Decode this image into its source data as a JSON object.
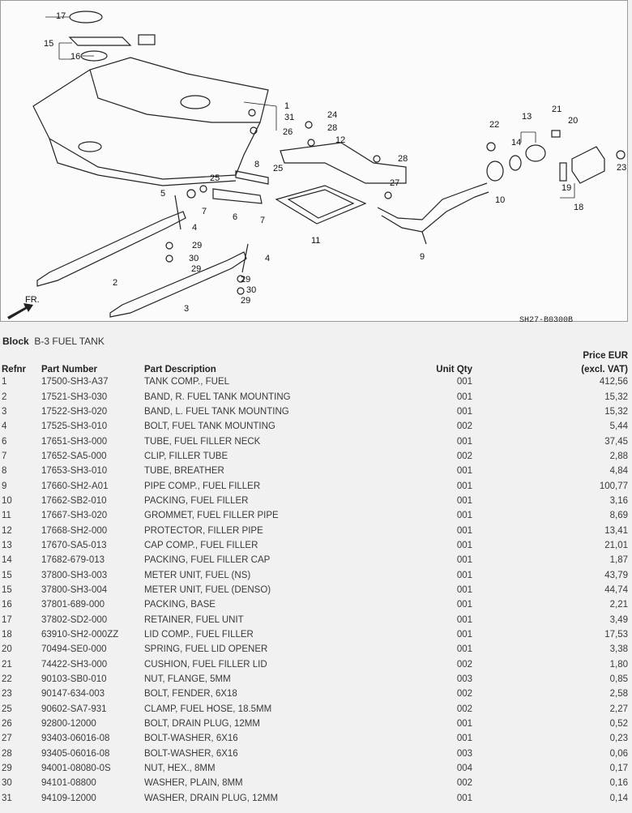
{
  "diagram": {
    "code": "SH27-B0300B",
    "direction_label": "FR.",
    "callouts": [
      "17",
      "15",
      "16",
      "31",
      "1",
      "26",
      "24",
      "28",
      "12",
      "28",
      "13",
      "21",
      "22",
      "14",
      "20",
      "23",
      "8",
      "25",
      "25",
      "5",
      "7",
      "6",
      "7",
      "27",
      "10",
      "11",
      "9",
      "19",
      "18",
      "4",
      "29",
      "30",
      "29",
      "2",
      "4",
      "29",
      "30",
      "29",
      "3"
    ]
  },
  "block": {
    "label": "Block",
    "title": "B-3 FUEL TANK"
  },
  "table": {
    "headers": {
      "refnr": "Refnr",
      "part_number": "Part Number",
      "description": "Part Description",
      "qty": "Unit Qty",
      "price_line1": "Price EUR",
      "price_line2": "(excl. VAT)"
    },
    "rows": [
      {
        "ref": "1",
        "pn": "17500-SH3-A37",
        "desc": "TANK COMP., FUEL",
        "qty": "001",
        "price": "412,56"
      },
      {
        "ref": "2",
        "pn": "17521-SH3-030",
        "desc": "BAND, R. FUEL TANK MOUNTING",
        "qty": "001",
        "price": "15,32"
      },
      {
        "ref": "3",
        "pn": "17522-SH3-020",
        "desc": "BAND, L. FUEL TANK MOUNTING",
        "qty": "001",
        "price": "15,32"
      },
      {
        "ref": "4",
        "pn": "17525-SH3-010",
        "desc": "BOLT, FUEL TANK MOUNTING",
        "qty": "002",
        "price": "5,44"
      },
      {
        "ref": "6",
        "pn": "17651-SH3-000",
        "desc": "TUBE, FUEL FILLER NECK",
        "qty": "001",
        "price": "37,45"
      },
      {
        "ref": "7",
        "pn": "17652-SA5-000",
        "desc": "CLIP, FILLER TUBE",
        "qty": "002",
        "price": "2,88"
      },
      {
        "ref": "8",
        "pn": "17653-SH3-010",
        "desc": "TUBE, BREATHER",
        "qty": "001",
        "price": "4,84"
      },
      {
        "ref": "9",
        "pn": "17660-SH2-A01",
        "desc": "PIPE COMP., FUEL FILLER",
        "qty": "001",
        "price": "100,77"
      },
      {
        "ref": "10",
        "pn": "17662-SB2-010",
        "desc": "PACKING, FUEL FILLER",
        "qty": "001",
        "price": "3,16"
      },
      {
        "ref": "11",
        "pn": "17667-SH3-020",
        "desc": "GROMMET, FUEL FILLER PIPE",
        "qty": "001",
        "price": "8,69"
      },
      {
        "ref": "12",
        "pn": "17668-SH2-000",
        "desc": "PROTECTOR, FILLER PIPE",
        "qty": "001",
        "price": "13,41"
      },
      {
        "ref": "13",
        "pn": "17670-SA5-013",
        "desc": "CAP COMP., FUEL FILLER",
        "qty": "001",
        "price": "21,01"
      },
      {
        "ref": "14",
        "pn": "17682-679-013",
        "desc": "PACKING, FUEL FILLER CAP",
        "qty": "001",
        "price": "1,87"
      },
      {
        "ref": "15",
        "pn": "37800-SH3-003",
        "desc": "METER UNIT, FUEL (NS)",
        "qty": "001",
        "price": "43,79"
      },
      {
        "ref": "15",
        "pn": "37800-SH3-004",
        "desc": "METER UNIT, FUEL (DENSO)",
        "qty": "001",
        "price": "44,74"
      },
      {
        "ref": "16",
        "pn": "37801-689-000",
        "desc": "PACKING, BASE",
        "qty": "001",
        "price": "2,21"
      },
      {
        "ref": "17",
        "pn": "37802-SD2-000",
        "desc": "RETAINER, FUEL UNIT",
        "qty": "001",
        "price": "3,49"
      },
      {
        "ref": "18",
        "pn": "63910-SH2-000ZZ",
        "desc": "LID COMP., FUEL FILLER",
        "qty": "001",
        "price": "17,53"
      },
      {
        "ref": "20",
        "pn": "70494-SE0-000",
        "desc": "SPRING, FUEL LID OPENER",
        "qty": "001",
        "price": "3,38"
      },
      {
        "ref": "21",
        "pn": "74422-SH3-000",
        "desc": "CUSHION, FUEL FILLER LID",
        "qty": "002",
        "price": "1,80"
      },
      {
        "ref": "22",
        "pn": "90103-SB0-010",
        "desc": "NUT, FLANGE, 5MM",
        "qty": "003",
        "price": "0,85"
      },
      {
        "ref": "23",
        "pn": "90147-634-003",
        "desc": "BOLT, FENDER, 6X18",
        "qty": "002",
        "price": "2,58"
      },
      {
        "ref": "25",
        "pn": "90602-SA7-931",
        "desc": "CLAMP, FUEL HOSE, 18.5MM",
        "qty": "002",
        "price": "2,27"
      },
      {
        "ref": "26",
        "pn": "92800-12000",
        "desc": "BOLT, DRAIN PLUG, 12MM",
        "qty": "001",
        "price": "0,52"
      },
      {
        "ref": "27",
        "pn": "93403-06016-08",
        "desc": "BOLT-WASHER, 6X16",
        "qty": "001",
        "price": "0,23"
      },
      {
        "ref": "28",
        "pn": "93405-06016-08",
        "desc": "BOLT-WASHER, 6X16",
        "qty": "003",
        "price": "0,06"
      },
      {
        "ref": "29",
        "pn": "94001-08080-0S",
        "desc": "NUT, HEX., 8MM",
        "qty": "004",
        "price": "0,17"
      },
      {
        "ref": "30",
        "pn": "94101-08800",
        "desc": "WASHER, PLAIN, 8MM",
        "qty": "002",
        "price": "0,16"
      },
      {
        "ref": "31",
        "pn": "94109-12000",
        "desc": "WASHER, DRAIN PLUG, 12MM",
        "qty": "001",
        "price": "0,14"
      }
    ]
  }
}
